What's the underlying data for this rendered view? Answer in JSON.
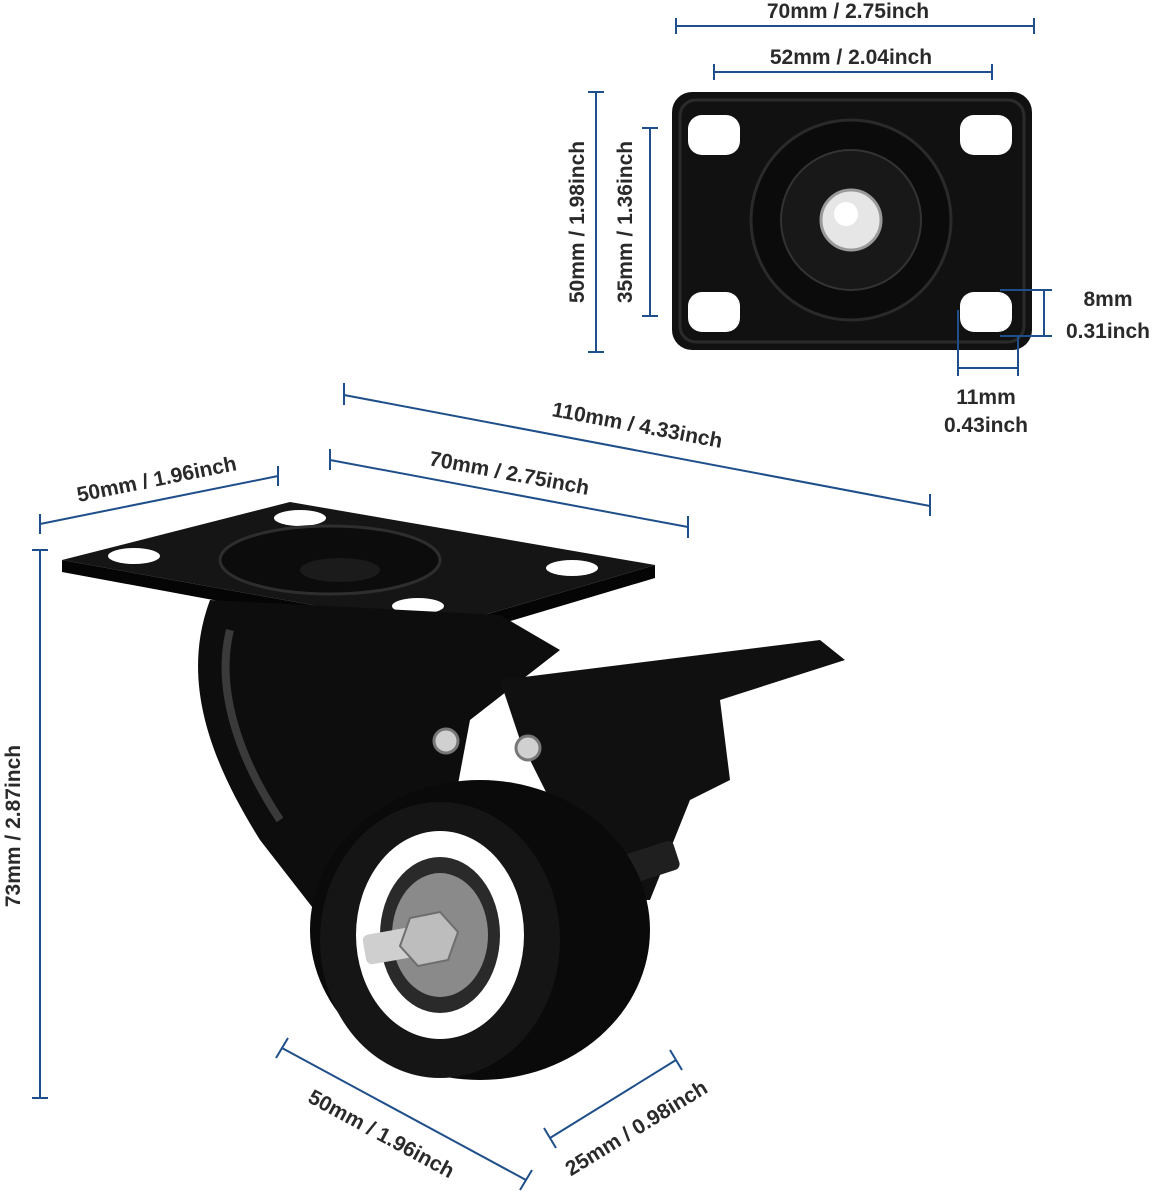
{
  "colors": {
    "dimension_line": "#1f4f8a",
    "label_text": "#2a2a2a",
    "caster_body": "#111111",
    "wheel_core": "#ffffff",
    "metal_hardware": "#c9c9c9"
  },
  "top_plate_view": {
    "width_overall": "70mm / 2.75inch",
    "width_holes": "52mm / 2.04inch",
    "height_overall": "50mm / 1.98inch",
    "height_holes": "35mm / 1.36inch",
    "slot_height_mm": "8mm",
    "slot_height_in": "0.31inch",
    "slot_width_mm": "11mm",
    "slot_width_in": "0.43inch"
  },
  "caster_view": {
    "total_length": "110mm / 4.33inch",
    "plate_length": "70mm / 2.75inch",
    "plate_width": "50mm / 1.96inch",
    "total_height": "73mm / 2.87inch",
    "wheel_diameter": "50mm / 1.96inch",
    "wheel_width": "25mm / 0.98inch"
  }
}
